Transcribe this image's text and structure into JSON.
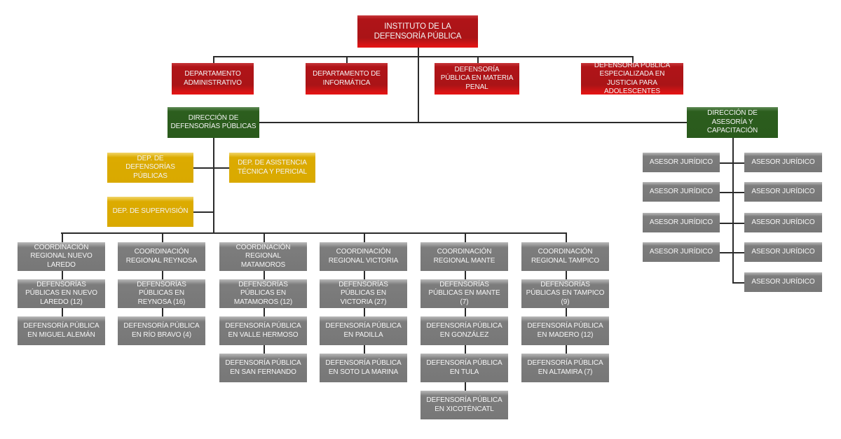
{
  "title": "INSTITUTO DE LA DEFENSORÍA PÚBLICA",
  "colors": {
    "red": "#aa1417",
    "green": "#2a5a1c",
    "yellow": "#d9a900",
    "gray": "#777777",
    "connector": "#2b2b2b"
  },
  "root": {
    "label": "INSTITUTO DE LA DEFENSORÍA PÚBLICA"
  },
  "departments": [
    {
      "label": "DEPARTAMENTO ADMINISTRATIVO"
    },
    {
      "label": "DEPARTAMENTO DE INFORMÁTICA"
    },
    {
      "label": "DEFENSORÍA PÚBLICA EN MATERIA PENAL"
    },
    {
      "label": "DEFENSORÍA PÚBLICA ESPECIALIZADA EN JUSTICIA PARA ADOLESCENTES"
    }
  ],
  "directions": [
    {
      "label": "DIRECCIÓN DE DEFENSORÍAS PÚBLICAS"
    },
    {
      "label": "DIRECCIÓN DE ASESORÍA Y CAPACITACIÓN"
    }
  ],
  "sub_departments": [
    {
      "label": "DEP. DE DEFENSORÍAS PÚBLICAS"
    },
    {
      "label": "DEP. DE ASISTENCIA TÉCNICA Y PERICIAL"
    },
    {
      "label": "DEP. DE SUPERVISIÓN"
    }
  ],
  "regions": [
    {
      "items": [
        "COORDINACIÓN REGIONAL NUEVO LAREDO",
        "DEFENSORÍAS PÚBLICAS EN NUEVO LAREDO (12)",
        "DEFENSORÍA PÚBLICA EN MIGUEL ALEMÁN"
      ]
    },
    {
      "items": [
        "COORDINACIÓN REGIONAL REYNOSA",
        "DEFENSORÍAS PÚBLICAS EN REYNOSA (16)",
        "DEFENSORÍA PÚBLICA EN RÍO BRAVO (4)"
      ]
    },
    {
      "items": [
        "COORDINACIÓN REGIONAL MATAMOROS",
        "DEFENSORÍAS PÚBLICAS EN MATAMOROS (12)",
        "DEFENSORÍA PÚBLICA EN VALLE HERMOSO",
        "DEFENSORÍA PÚBLICA EN  SAN FERNANDO"
      ]
    },
    {
      "items": [
        "COORDINACIÓN REGIONAL VICTORIA",
        "DEFENSORÍAS PÚBLICAS EN VICTORIA (27)",
        "DEFENSORÍA PÚBLICA EN PADILLA",
        "DEFENSORÍA PÚBLICA EN SOTO LA MARINA"
      ]
    },
    {
      "items": [
        "COORDINACIÓN REGIONAL MANTE",
        "DEFENSORÍAS PÚBLICAS EN MANTE (7)",
        "DEFENSORÍA PÚBLICA EN GONZÁLEZ",
        "DEFENSORÍA PÚBLICA EN TULA",
        "DEFENSORÍA PÚBLICA EN XICOTÉNCATL"
      ]
    },
    {
      "items": [
        "COORDINACIÓN REGIONAL TAMPICO",
        "DEFENSORÍAS PÚBLICAS EN TAMPICO (9)",
        "DEFENSORÍA PÚBLICA EN MADERO (12)",
        "DEFENSORÍA PÚBLICA EN ALTAMIRA (7)"
      ]
    }
  ],
  "advisors": {
    "left": [
      "ASESOR JURÍDICO",
      "ASESOR JURÍDICO",
      "ASESOR JURÍDICO",
      "ASESOR JURÍDICO"
    ],
    "right": [
      "ASESOR JURÍDICO",
      "ASESOR JURÍDICO",
      "ASESOR JURÍDICO",
      "ASESOR JURÍDICO",
      "ASESOR JURÍDICO"
    ]
  }
}
